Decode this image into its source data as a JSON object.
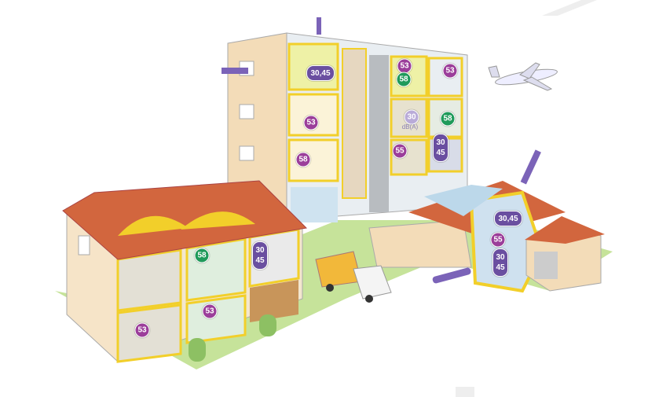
{
  "title": "Acoustic insulation levels in buildings",
  "colors": {
    "airborne": "#6a4fa0",
    "impact": "#9b3e9a",
    "equipment": "#1f9a5a",
    "outdoor": "#b9abd8",
    "insulation": "#f2cf2a",
    "roof": "#d2663e",
    "lawn": "#c6e39a"
  },
  "badges": [
    {
      "top": "30",
      "bottom": "45",
      "text": "30,45"
    },
    {
      "text": "53"
    },
    {
      "text": "58"
    },
    {
      "text": "53"
    },
    {
      "text": "58"
    },
    {
      "text": "53"
    },
    {
      "text": "30",
      "unit": "dB(A)"
    },
    {
      "text": "58"
    },
    {
      "text": "55"
    },
    {
      "top": "30",
      "bottom": "45"
    },
    {
      "text": "58"
    },
    {
      "top": "30",
      "bottom": "45"
    },
    {
      "text": "53"
    },
    {
      "text": "53"
    },
    {
      "text": "30,45"
    },
    {
      "text": "55"
    },
    {
      "top": "30",
      "bottom": "45"
    }
  ]
}
